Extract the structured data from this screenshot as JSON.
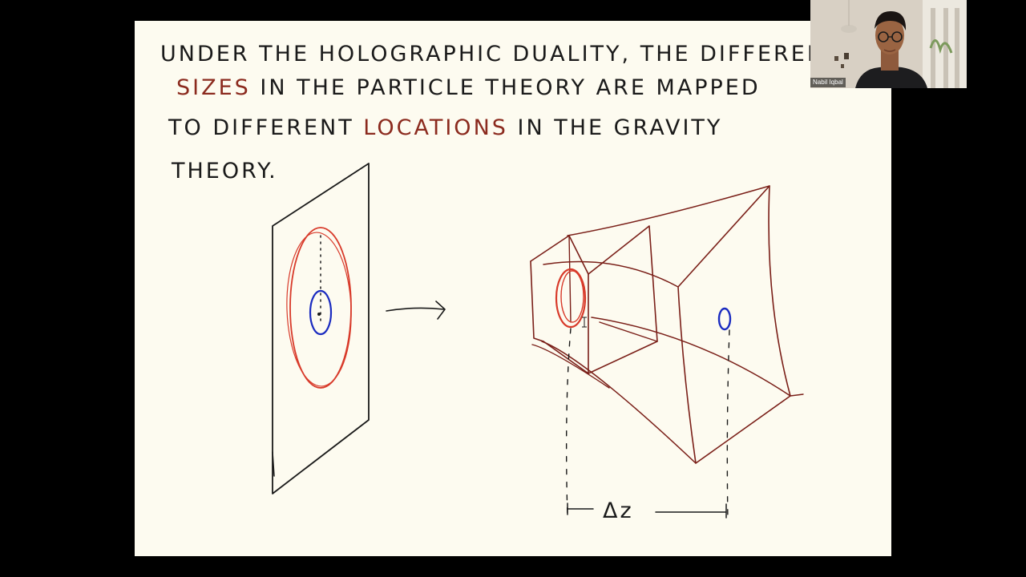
{
  "colors": {
    "background": "#000000",
    "page": "#fdfbf0",
    "ink": "#1a1a1a",
    "accent_text": "#8b2a1e",
    "red_pen": "#d83a2a",
    "blue_pen": "#1a2bc0",
    "brown_pen": "#7a1f18"
  },
  "whiteboard": {
    "lines": [
      {
        "segments": [
          {
            "text": "UNDER  THE   HOLOGRAPHIC  DUALITY,  THE  DIFFERENT",
            "color": "ink"
          }
        ]
      },
      {
        "segments": [
          {
            "text": "SIZES",
            "color": "accent_text"
          },
          {
            "text": "  IN  THE  PARTICLE   THEORY  ARE  MAPPED",
            "color": "ink"
          }
        ]
      },
      {
        "segments": [
          {
            "text": "TO   DIFFERENT  ",
            "color": "ink"
          },
          {
            "text": "LOCATIONS",
            "color": "accent_text"
          },
          {
            "text": "  IN  THE  GRAVITY",
            "color": "ink"
          }
        ]
      },
      {
        "segments": [
          {
            "text": "THEORY.",
            "color": "ink"
          }
        ]
      }
    ],
    "diagram_label": "Δz"
  },
  "video": {
    "participant_name": "Nabil Iqbal"
  }
}
